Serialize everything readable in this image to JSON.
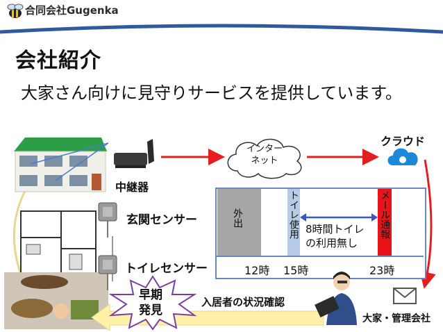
{
  "header": {
    "company_name": "合同会社Gugenka"
  },
  "page": {
    "title": "会社紹介",
    "subtitle": "大家さん向けに見守りサービスを提供しています。"
  },
  "diagram": {
    "relay": "中継器",
    "internet": [
      "インター",
      "ネット"
    ],
    "cloud": "クラウド",
    "door_sensor": "玄関センサー",
    "toilet_sensor": "トイレセンサー",
    "away": "外出",
    "toilet_use": "トイレ使用",
    "mail_notify": "メール通報",
    "no_use": [
      "8時間トイレ",
      "の利用無し"
    ],
    "times": [
      "12時",
      "15時",
      "23時"
    ],
    "early": [
      "早期",
      "発見"
    ],
    "check_status": "入居者の状況確認",
    "owner": "大家・管理会社"
  },
  "colors": {
    "accent_red": "#e41e1e",
    "divider_blue": "#2f5a9e",
    "away_gray": "#a6a6a6",
    "toilet_blue": "#b8cbe6",
    "alert_red": "#e8141a",
    "arrow_yellow": "#fff2a8"
  }
}
